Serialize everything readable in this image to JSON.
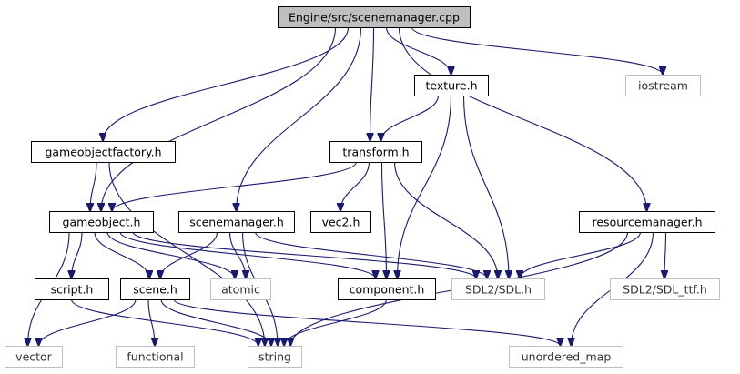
{
  "colors": {
    "edge": "#191970",
    "root_fill": "#bfbfbf",
    "root_stroke": "#000000",
    "local_stroke": "#000000",
    "external_stroke": "#bfbfbf",
    "fill": "#ffffff"
  },
  "nodes": [
    {
      "id": "scenemanager_cpp",
      "label": "Engine/src/scenemanager.cpp",
      "kind": "root"
    },
    {
      "id": "gameobjectfactory_h",
      "label": "gameobjectfactory.h",
      "kind": "local"
    },
    {
      "id": "gameobject_h",
      "label": "gameobject.h",
      "kind": "local"
    },
    {
      "id": "texture_h",
      "label": "texture.h",
      "kind": "local"
    },
    {
      "id": "iostream",
      "label": "iostream",
      "kind": "external"
    },
    {
      "id": "transform_h",
      "label": "transform.h",
      "kind": "local"
    },
    {
      "id": "vec2_h",
      "label": "vec2.h",
      "kind": "local"
    },
    {
      "id": "scenemanager_h",
      "label": "scenemanager.h",
      "kind": "local"
    },
    {
      "id": "resourcemanager_h",
      "label": "resourcemanager.h",
      "kind": "local"
    },
    {
      "id": "script_h",
      "label": "script.h",
      "kind": "local"
    },
    {
      "id": "scene_h",
      "label": "scene.h",
      "kind": "local"
    },
    {
      "id": "atomic",
      "label": "atomic",
      "kind": "external"
    },
    {
      "id": "component_h",
      "label": "component.h",
      "kind": "local"
    },
    {
      "id": "sdl_h",
      "label": "SDL2/SDL.h",
      "kind": "external"
    },
    {
      "id": "sdl_ttf_h",
      "label": "SDL2/SDL_ttf.h",
      "kind": "external"
    },
    {
      "id": "vector",
      "label": "vector",
      "kind": "external"
    },
    {
      "id": "functional",
      "label": "functional",
      "kind": "external"
    },
    {
      "id": "string",
      "label": "string",
      "kind": "external"
    },
    {
      "id": "unordered_map",
      "label": "unordered_map",
      "kind": "external"
    }
  ],
  "edges": [
    {
      "from": "scenemanager_cpp",
      "to": "gameobjectfactory_h"
    },
    {
      "from": "scenemanager_cpp",
      "to": "gameobject_h"
    },
    {
      "from": "scenemanager_cpp",
      "to": "scenemanager_h"
    },
    {
      "from": "scenemanager_cpp",
      "to": "transform_h"
    },
    {
      "from": "scenemanager_cpp",
      "to": "texture_h"
    },
    {
      "from": "scenemanager_cpp",
      "to": "iostream"
    },
    {
      "from": "scenemanager_cpp",
      "to": "resourcemanager_h"
    },
    {
      "from": "gameobjectfactory_h",
      "to": "gameobject_h"
    },
    {
      "from": "gameobjectfactory_h",
      "to": "string"
    },
    {
      "from": "texture_h",
      "to": "transform_h"
    },
    {
      "from": "texture_h",
      "to": "component_h"
    },
    {
      "from": "texture_h",
      "to": "sdl_h"
    },
    {
      "from": "transform_h",
      "to": "gameobject_h"
    },
    {
      "from": "transform_h",
      "to": "vec2_h"
    },
    {
      "from": "transform_h",
      "to": "component_h"
    },
    {
      "from": "transform_h",
      "to": "sdl_h"
    },
    {
      "from": "gameobject_h",
      "to": "vector"
    },
    {
      "from": "gameobject_h",
      "to": "script_h"
    },
    {
      "from": "gameobject_h",
      "to": "scene_h"
    },
    {
      "from": "gameobject_h",
      "to": "atomic"
    },
    {
      "from": "gameobject_h",
      "to": "component_h"
    },
    {
      "from": "gameobject_h",
      "to": "sdl_h"
    },
    {
      "from": "scenemanager_h",
      "to": "scene_h"
    },
    {
      "from": "scenemanager_h",
      "to": "atomic"
    },
    {
      "from": "scenemanager_h",
      "to": "sdl_h"
    },
    {
      "from": "scenemanager_h",
      "to": "string"
    },
    {
      "from": "resourcemanager_h",
      "to": "sdl_h"
    },
    {
      "from": "resourcemanager_h",
      "to": "sdl_ttf_h"
    },
    {
      "from": "resourcemanager_h",
      "to": "string"
    },
    {
      "from": "resourcemanager_h",
      "to": "unordered_map"
    },
    {
      "from": "script_h",
      "to": "string"
    },
    {
      "from": "scene_h",
      "to": "vector"
    },
    {
      "from": "scene_h",
      "to": "functional"
    },
    {
      "from": "scene_h",
      "to": "string"
    },
    {
      "from": "scene_h",
      "to": "unordered_map"
    },
    {
      "from": "component_h",
      "to": "string"
    }
  ]
}
